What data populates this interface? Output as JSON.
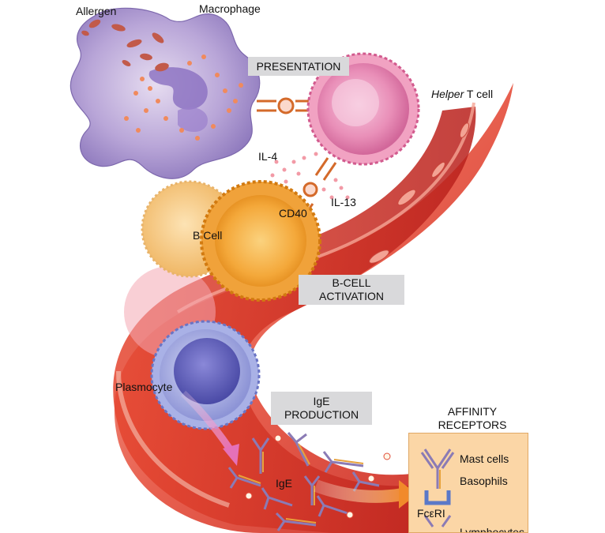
{
  "labels": {
    "allergen": "Allergen",
    "macrophage": "Macrophage",
    "helper_t_cell_italic": "Helper",
    "helper_t_cell_rest": " T cell",
    "il4": "IL-4",
    "il13": "IL-13",
    "cd40": "CD40",
    "b_cell": "B Cell",
    "plasmocyte": "Plasmocyte",
    "ige": "IgE"
  },
  "steps": {
    "presentation": "PRESENTATION",
    "b_cell_activation_line1": "B-CELL",
    "b_cell_activation_line2": "ACTIVATION",
    "ige_production_line1": "IgE",
    "ige_production_line2": "PRODUCTION"
  },
  "affinity": {
    "title_line1": "AFFINITY",
    "title_line2": "RECEPTORS",
    "mast_cells": "Mast cells",
    "basophils": "Basophils",
    "receptor": "FcεRI",
    "lymphocytes": "Lymphocytes"
  }
}
